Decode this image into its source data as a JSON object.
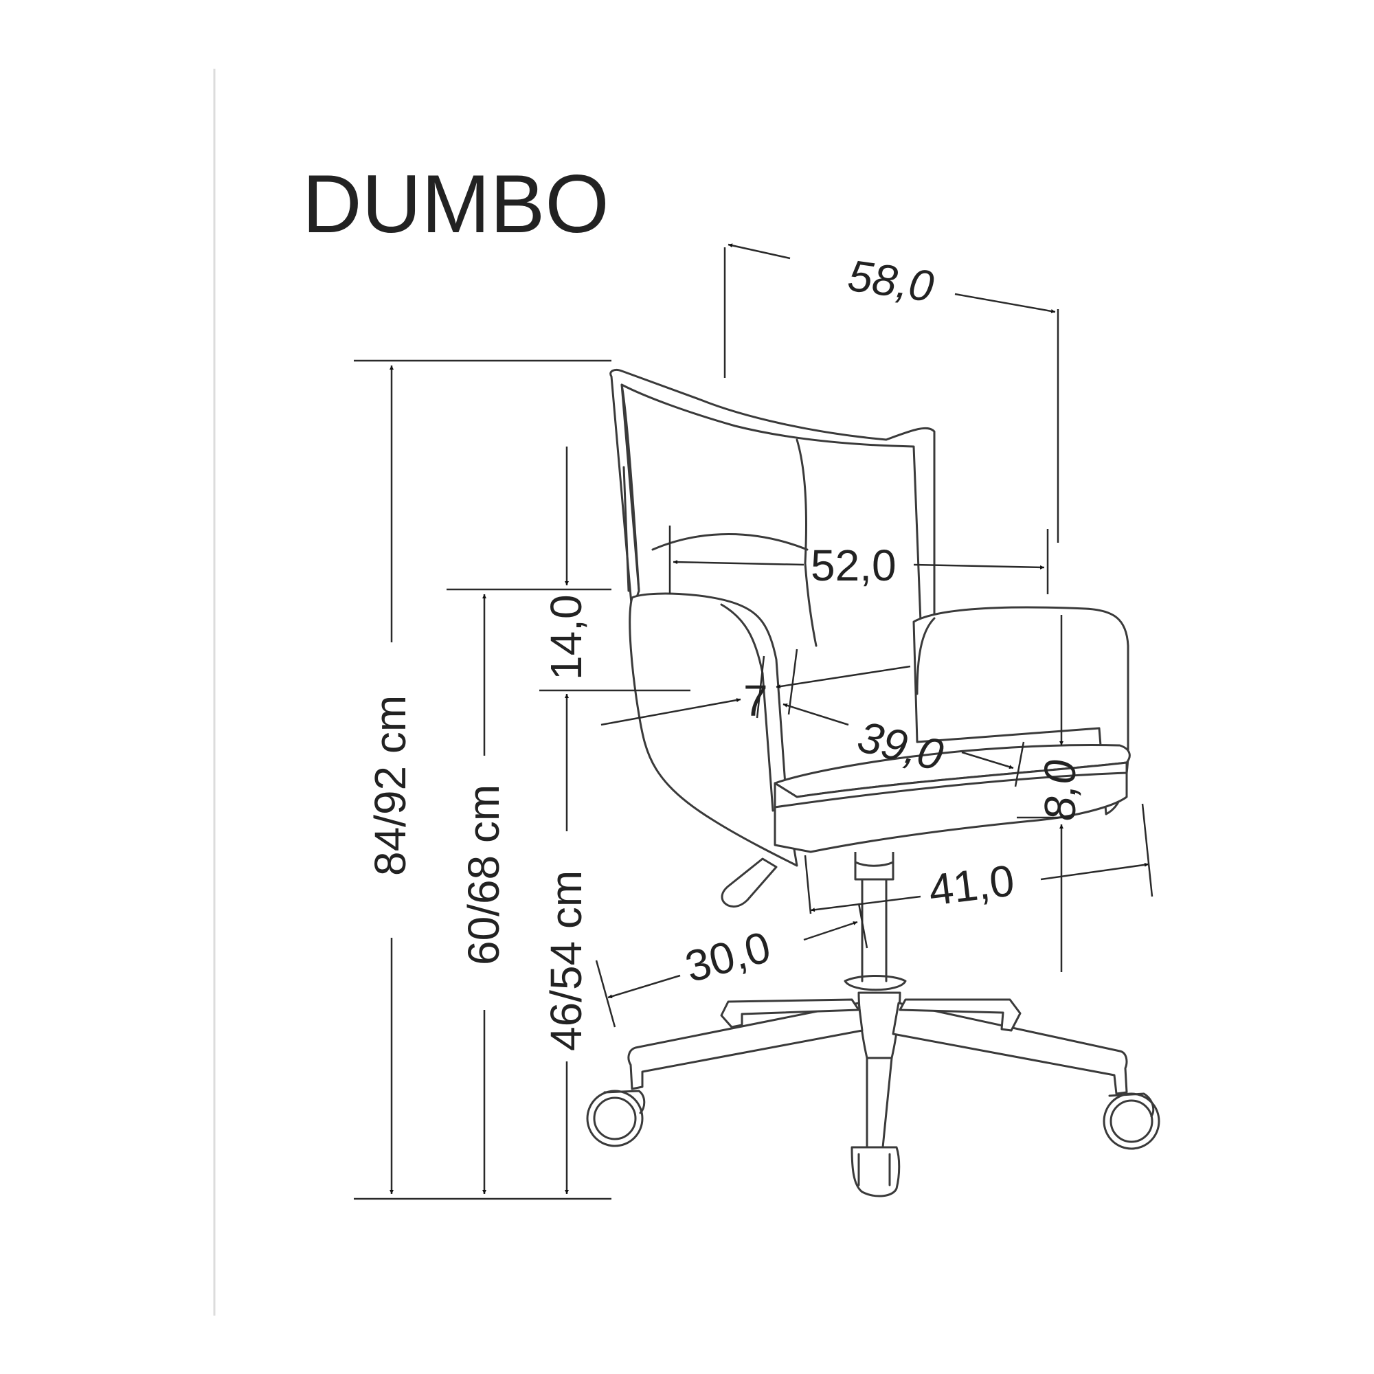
{
  "title": "DUMBO",
  "dimensions": {
    "total_width": "58,0",
    "seat_back_width": "52,0",
    "total_height": "84/92 cm",
    "armrest_height": "60/68 cm",
    "seat_height": "46/54 cm",
    "armrest_to_seat": "14,0",
    "armrest_thickness": "7",
    "seat_depth": "39,0",
    "seat_thickness": "8,0",
    "seat_width": "41,0",
    "base_radius": "30,0"
  },
  "colors": {
    "line": "#2a2a2a",
    "arrow": "#111111",
    "background": "#ffffff",
    "border": "#dddddd"
  }
}
